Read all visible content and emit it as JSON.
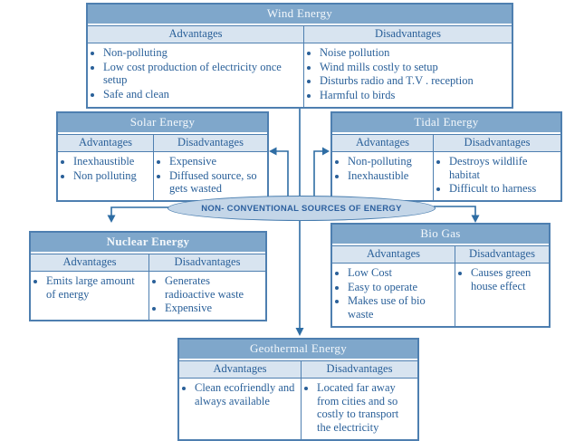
{
  "diagram": {
    "center": {
      "label": "NON- CONVENTIONAL SOURCES OF ENERGY"
    },
    "headers": {
      "advantages": "Advantages",
      "disadvantages": "Disadvantages"
    },
    "tables": [
      {
        "title": "Wind Energy",
        "advantages": [
          "Non-polluting",
          "Low cost production of electricity once setup",
          "Safe and clean"
        ],
        "disadvantages": [
          "Noise pollution",
          "Wind mills costly to setup",
          "Disturbs radio and T.V . reception",
          "Harmful to birds"
        ]
      },
      {
        "title": "Solar Energy",
        "advantages": [
          "Inexhaustible",
          "Non polluting"
        ],
        "disadvantages": [
          "Expensive",
          "Diffused source, so gets wasted"
        ]
      },
      {
        "title": "Tidal Energy",
        "advantages": [
          "Non-polluting",
          "Inexhaustible"
        ],
        "disadvantages": [
          "Destroys wildlife habitat",
          "Difficult to harness"
        ]
      },
      {
        "title": "Nuclear Energy",
        "advantages": [
          "Emits large amount of energy"
        ],
        "disadvantages": [
          "Generates radioactive waste",
          "Expensive"
        ]
      },
      {
        "title": "Bio Gas",
        "advantages": [
          "Low Cost",
          "Easy to operate",
          "Makes use of bio waste"
        ],
        "disadvantages": [
          "Causes green house effect"
        ]
      },
      {
        "title": "Geothermal Energy",
        "advantages": [
          "Clean ecofriendly and always available"
        ],
        "disadvantages": [
          "Located far away from cities and so costly to transport the electricity"
        ]
      }
    ],
    "colors": {
      "title_band": "#7FA7CB",
      "subheader_band": "#D8E4F0",
      "border": "#4E7FB0",
      "text": "#2A6099",
      "ellipse_fill": "#C4D6E8",
      "connector": "#2E6DA4"
    }
  }
}
